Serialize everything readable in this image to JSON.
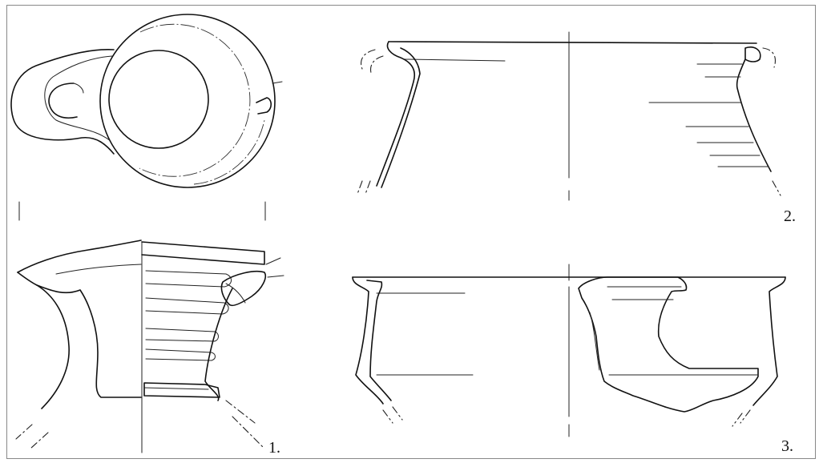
{
  "figure": {
    "labels": {
      "vessel_1": "1.",
      "vessel_2": "2.",
      "vessel_3": "3."
    },
    "colors": {
      "ink": "#111111",
      "background": "#ffffff",
      "frame": "#888888"
    }
  }
}
